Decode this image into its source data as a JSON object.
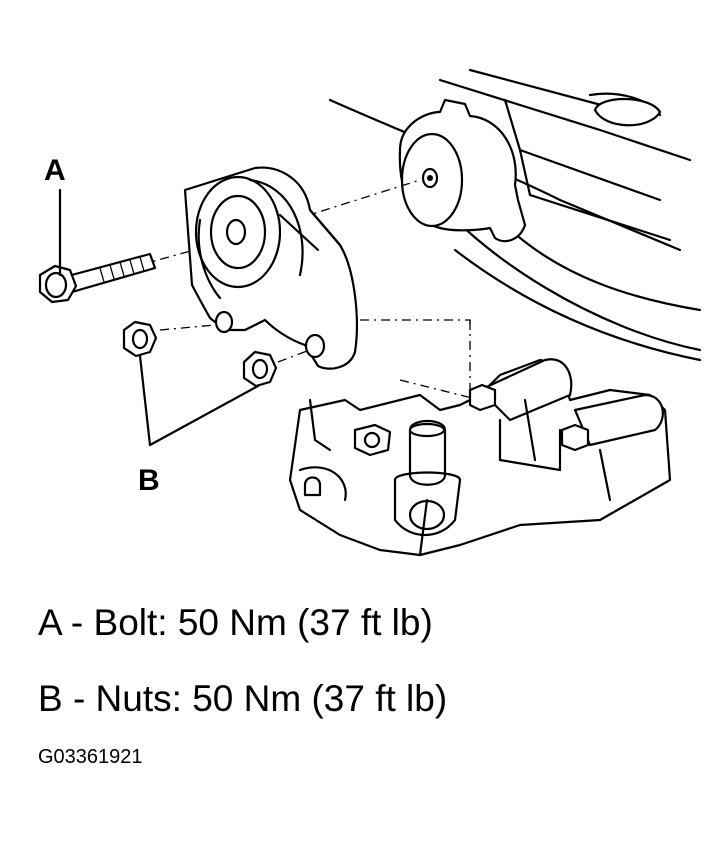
{
  "callouts": {
    "a": "A",
    "b": "B"
  },
  "legend": {
    "a": "A - Bolt: 50 Nm (37 ft lb)",
    "b": "B - Nuts: 50 Nm (37 ft lb)"
  },
  "figure_id": "G03361921"
}
